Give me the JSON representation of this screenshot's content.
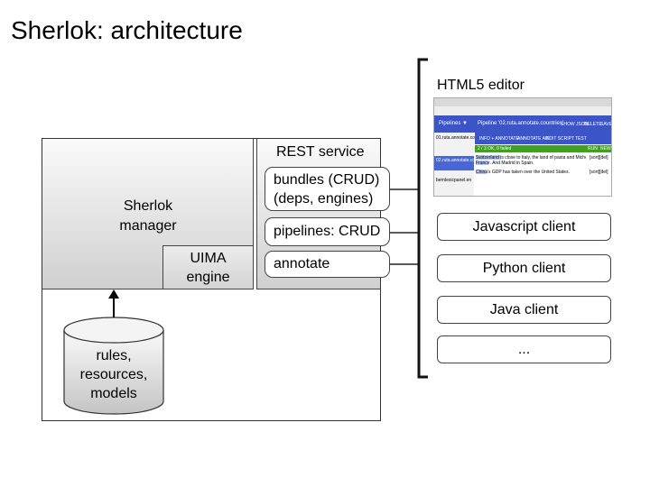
{
  "title": "Sherlok: architecture",
  "architecture": {
    "manager_label": "Sherlok\nmanager",
    "uima_label": "UIMA\nengine",
    "rest_label": "REST service",
    "rest_items": [
      {
        "label": "bundles (CRUD)\n(deps, engines)"
      },
      {
        "label": "pipelines: CRUD"
      },
      {
        "label": "annotate"
      }
    ],
    "database_label": "rules,\nresources,\nmodels"
  },
  "editor": {
    "label": "HTML5 editor",
    "nav_menu": "Pipelines ▼",
    "nav_title": "Pipeline '02.ruta.annotate.countries'",
    "nav_actions": [
      "SHOW JSON",
      "DELETE",
      "SAVE"
    ],
    "tabs": [
      "INFO + ANNOTATE",
      "ANNOTATE API",
      "EDIT SCRIPT",
      "TEST"
    ],
    "status": "2 / 3 OK, 0 failed",
    "run_actions": [
      "RUN",
      "NEW"
    ],
    "side_items": [
      "01.ruta.annotate.co",
      "02.ruta.annotate.co",
      "bernlexicpanel.en"
    ],
    "results": [
      "Switzerland is close to Italy, the land of pasta and Michelangelo. Paris is in",
      "France. And Madrid in Spain.",
      "China's GDP has taken over the United States."
    ],
    "result_tags": [
      "[sort][del]",
      "[sort][del]"
    ]
  },
  "clients": [
    {
      "label": "Javascript client"
    },
    {
      "label": "Python client"
    },
    {
      "label": "Java client"
    },
    {
      "label": "..."
    }
  ]
}
